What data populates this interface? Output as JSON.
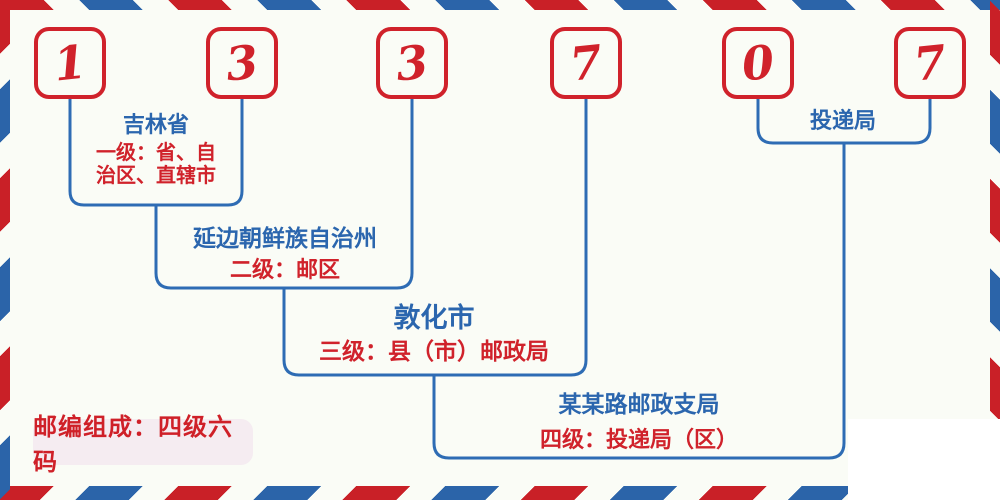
{
  "postal_code": {
    "digits": [
      "1",
      "3",
      "3",
      "7",
      "0",
      "7"
    ]
  },
  "levels": [
    {
      "name": "吉林省",
      "desc_line1": "一级：省、自",
      "desc_line2": "治区、直辖市"
    },
    {
      "name": "延边朝鲜族自治州",
      "desc": "二级：邮区"
    },
    {
      "name": "敦化市",
      "desc": "三级：县（市）邮政局"
    },
    {
      "name": "某某路邮政支局",
      "desc": "四级：投递局（区）"
    },
    {
      "name": "投递局"
    }
  ],
  "badge": {
    "label": "邮编组成：四级六码"
  },
  "colors": {
    "red": "#d0222b",
    "blue_text": "#2b66ae",
    "line_blue": "#2e6cb4",
    "stripe_red": "#c92027",
    "stripe_blue": "#2b64a9",
    "badge_bg": "#f5ecf1",
    "background": "#fafcf6"
  }
}
